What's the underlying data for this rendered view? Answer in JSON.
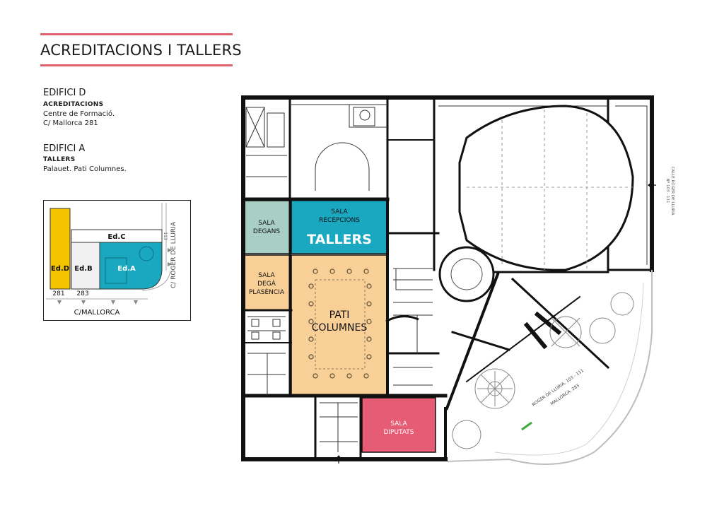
{
  "page": {
    "title": "ACREDITACIONS I TALLERS",
    "accent_color": "#e0606e"
  },
  "buildings": [
    {
      "heading": "EDIFICI D",
      "subheading": "ACREDITACIONS",
      "description": "Centre de Formació.\nC/ Mallorca 281"
    },
    {
      "heading": "EDIFICI A",
      "subheading": "TALLERS",
      "description": "Palauet. Pati Columnes."
    }
  ],
  "keymap": {
    "blocks": [
      "Ed.C",
      "Ed.D",
      "Ed.B",
      "Ed.A"
    ],
    "numbers": [
      "281",
      "283",
      "113"
    ],
    "streets": [
      "C/MALLORCA",
      "C/ ROGER DE LLURIA"
    ],
    "colors": {
      "ed_d": "#f5c400",
      "ed_a": "#1aa8c0"
    }
  },
  "floorplan": {
    "rooms": [
      {
        "id": "sala-degans",
        "lines": [
          "SALA",
          "DEGANS"
        ],
        "color": "#a9cfc4"
      },
      {
        "id": "sala-recepcions",
        "lines": [
          "SALA",
          "RECEPCIONS"
        ],
        "color": "#1aa8c0"
      },
      {
        "id": "tallers",
        "lines": [
          "TALLERS"
        ],
        "color": "#1aa8c0"
      },
      {
        "id": "sala-dega-plasencia",
        "lines": [
          "SALA",
          "DEGÀ",
          "PLASÈNCIA"
        ],
        "color": "#f7cf97"
      },
      {
        "id": "pati-columnes",
        "lines": [
          "PATI",
          "COLUMNES"
        ],
        "color": "#f7cf97"
      },
      {
        "id": "sala-diputats",
        "lines": [
          "SALA",
          "DIPUTATS"
        ],
        "color": "#e65c74"
      }
    ],
    "street_labels": {
      "east_lines": [
        "CALLE ROGER DE LLURIA",
        "Nº 103 - 111"
      ],
      "corner_lines": [
        "ROGER DE LLÚRIA, 103 - 111",
        "MALLORCA, 283"
      ]
    }
  }
}
